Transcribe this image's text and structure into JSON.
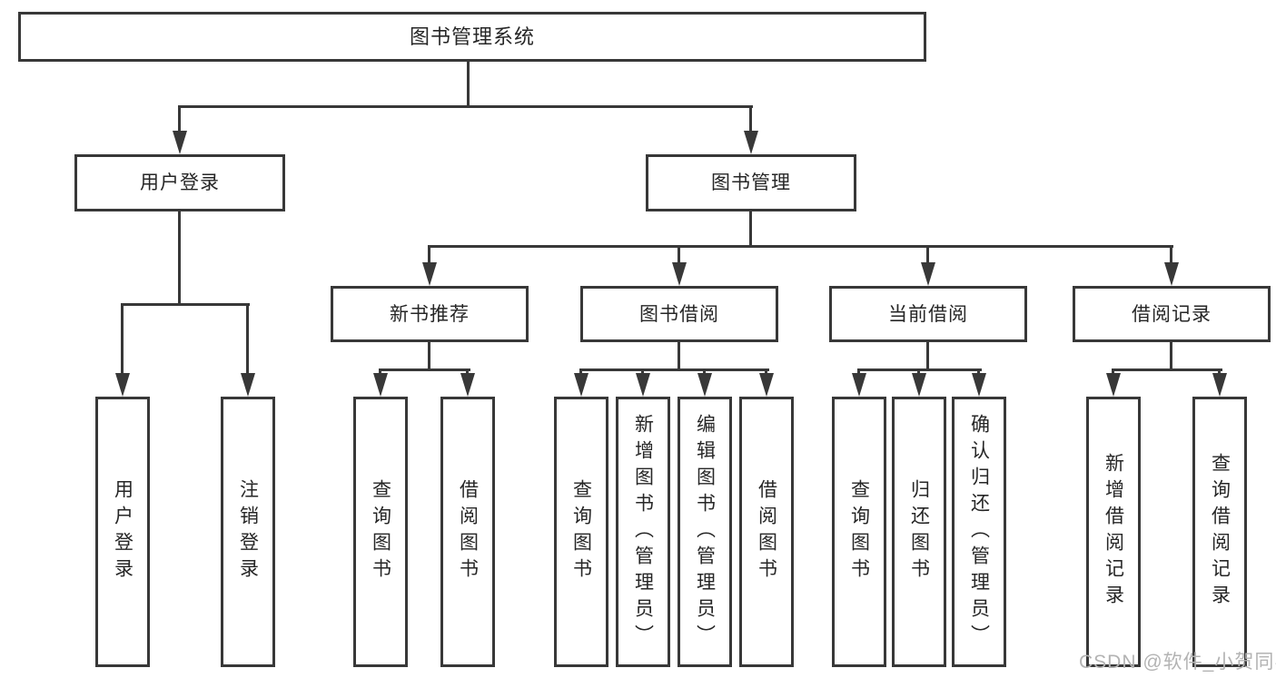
{
  "colors": {
    "line": "#383838",
    "text": "#262626",
    "watermark": "#b3b3b3",
    "background": "#ffffff"
  },
  "watermark": "CSDN @软件_小贺同学",
  "tree": {
    "root": {
      "label": "图书管理系统",
      "children": [
        {
          "label": "用户登录",
          "children": [
            {
              "label": "用户登录"
            },
            {
              "label": "注销登录"
            }
          ]
        },
        {
          "label": "图书管理",
          "children": [
            {
              "label": "新书推荐",
              "children": [
                {
                  "label": "查询图书"
                },
                {
                  "label": "借阅图书"
                }
              ]
            },
            {
              "label": "图书借阅",
              "children": [
                {
                  "label": "查询图书"
                },
                {
                  "label": "新增图书（管理员）"
                },
                {
                  "label": "编辑图书（管理员）"
                },
                {
                  "label": "借阅图书"
                }
              ]
            },
            {
              "label": "当前借阅",
              "children": [
                {
                  "label": "查询图书"
                },
                {
                  "label": "归还图书"
                },
                {
                  "label": "确认归还（管理员）"
                }
              ]
            },
            {
              "label": "借阅记录",
              "children": [
                {
                  "label": "新增借阅记录"
                },
                {
                  "label": "查询借阅记录"
                }
              ]
            }
          ]
        }
      ]
    }
  }
}
